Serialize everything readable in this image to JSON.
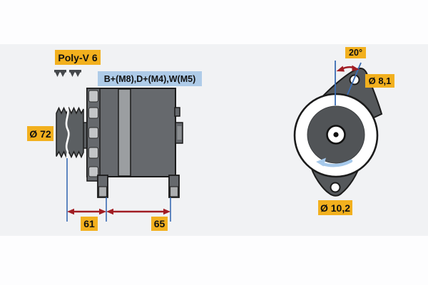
{
  "diagram": {
    "type": "technical-drawing",
    "subject": "alternator dimensional drawing, side view and front view",
    "labels": {
      "belt_type": "Poly-V 6",
      "terminals": "B+(M8),D+(M4),W(M5)",
      "pulley_diameter": "Ø 72",
      "dim_pulley_to_mount": "61",
      "dim_mount_span": "65",
      "mount_angle": "20°",
      "top_hole_diameter": "Ø 8,1",
      "bottom_hole_diameter": "Ø 10,2"
    },
    "colors": {
      "label_yellow": "#F2B01E",
      "label_blue": "#AECBE8",
      "dimension_red": "#A11D23",
      "dimension_blue": "#3A6CB3",
      "rotation_arrow_blue": "#A5C8EA",
      "body_gray": "#66696D",
      "panel_gray": "#F1F2F4"
    }
  }
}
